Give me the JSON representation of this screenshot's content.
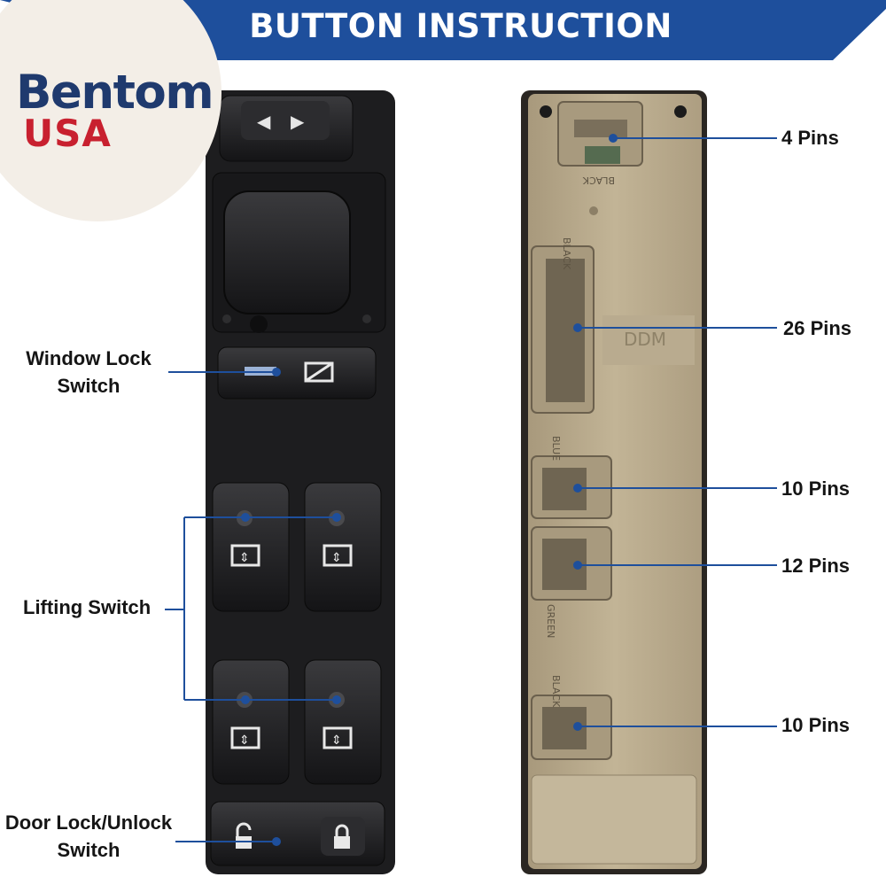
{
  "banner": {
    "title": "BUTTON INSTRUCTION",
    "color": "#1e4f9c"
  },
  "logo": {
    "brand": "Bentom",
    "country": "USA",
    "brand_color": "#1f3a6e",
    "accent_color": "#c8202f"
  },
  "left_labels": {
    "window_lock": [
      "Window Lock",
      "Switch"
    ],
    "lifting": "Lifting Switch",
    "door_lock": [
      "Door Lock/Unlock",
      "Switch"
    ]
  },
  "connector_labels": {
    "pins_4": "4 Pins",
    "pins_26": "26 Pins",
    "pins_10_a": "10 Pins",
    "pins_12": "12 Pins",
    "pins_10_b": "10 Pins"
  },
  "back_markings": {
    "ddm": "DDM",
    "black_top": "BLACK",
    "black_mid": "BLACK",
    "blue": "BLUE",
    "green": "GREEN",
    "black_bottom": "BLACK"
  },
  "colors": {
    "line": "#1e4f9c",
    "switch_body": "#1d1d1f",
    "back_housing": "#b8a98c"
  }
}
